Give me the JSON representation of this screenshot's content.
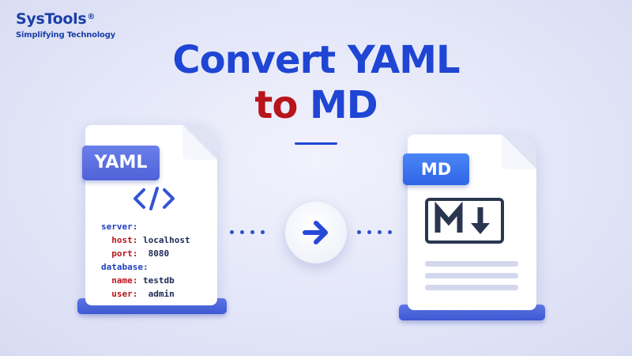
{
  "brand": {
    "name": "SysTools",
    "registered": "®",
    "tagline": "Simplifying Technology"
  },
  "title": {
    "line1": "Convert YAML",
    "to": "to",
    "md": "MD"
  },
  "source_doc": {
    "label": "YAML",
    "icon": "code-brackets-icon",
    "code_lines": [
      {
        "key": "server:",
        "value": "",
        "indent": 0
      },
      {
        "key": "host:",
        "value": "localhost",
        "indent": 1
      },
      {
        "key": "port:",
        "value": "8080",
        "indent": 1
      },
      {
        "key": "database:",
        "value": "",
        "indent": 0
      },
      {
        "key": "name:",
        "value": "testdb",
        "indent": 1
      },
      {
        "key": "user:",
        "value": "admin",
        "indent": 1
      }
    ]
  },
  "target_doc": {
    "label": "MD",
    "icon": "markdown-icon"
  },
  "connector": {
    "icon": "arrow-right-icon"
  },
  "colors": {
    "brand_blue": "#1a3fa8",
    "title_blue": "#1f45d4",
    "title_red": "#b8141c",
    "yaml_label": "#5b6fe0",
    "md_label": "#3a74ee"
  }
}
